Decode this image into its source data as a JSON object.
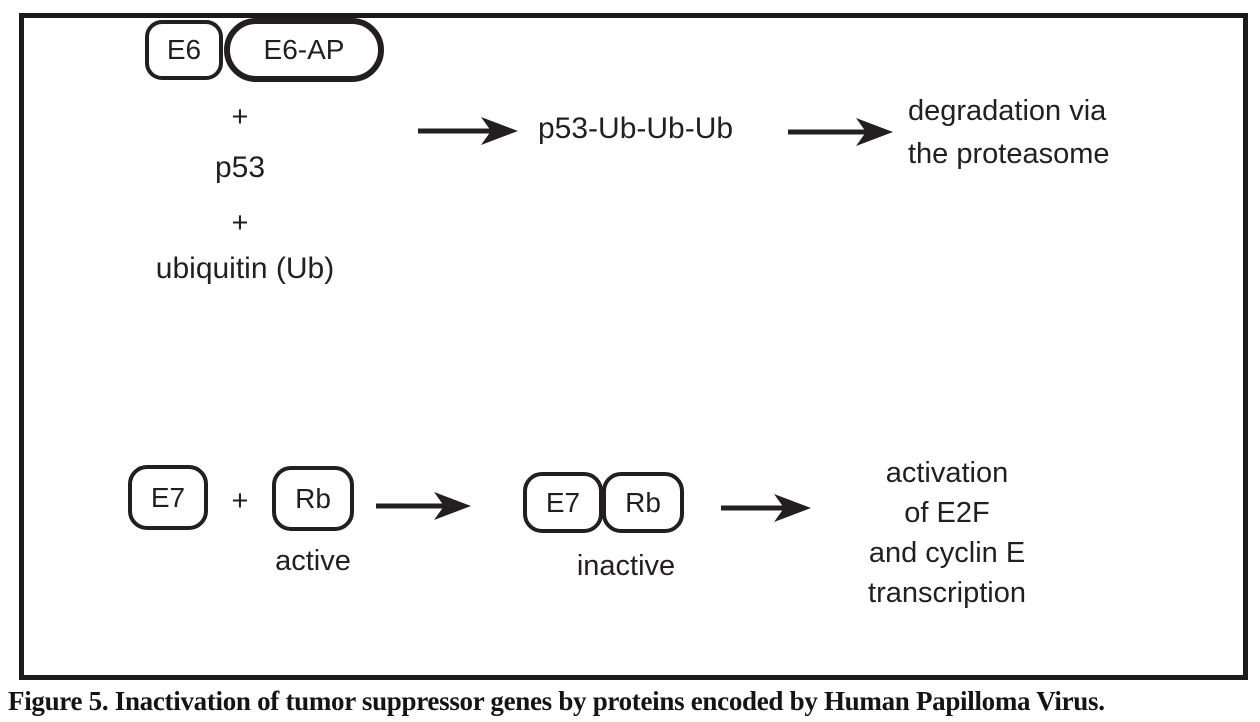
{
  "colors": {
    "ink": "#231f20",
    "frame_border": "#1c1a1b",
    "background": "#ffffff"
  },
  "caption": "Figure 5. Inactivation of tumor suppressor genes by proteins encoded by Human Papilloma Virus.",
  "e6_pathway": {
    "e6_label": "E6",
    "e6ap_label": "E6-AP",
    "plus_1": "+",
    "substrate": "p53",
    "plus_2": "+",
    "cofactor": "ubiquitin (Ub)",
    "product": "p53-Ub-Ub-Ub",
    "outcome_line1": "degradation via",
    "outcome_line2": "the proteasome"
  },
  "e7_pathway": {
    "e7_label": "E7",
    "plus": "+",
    "rb_label": "Rb",
    "rb_state": "active",
    "complex_e7_label": "E7",
    "complex_rb_label": "Rb",
    "complex_state": "inactive",
    "outcome_line1": "activation",
    "outcome_line2": "of E2F",
    "outcome_line3": "and cyclin E",
    "outcome_line4": "transcription"
  }
}
